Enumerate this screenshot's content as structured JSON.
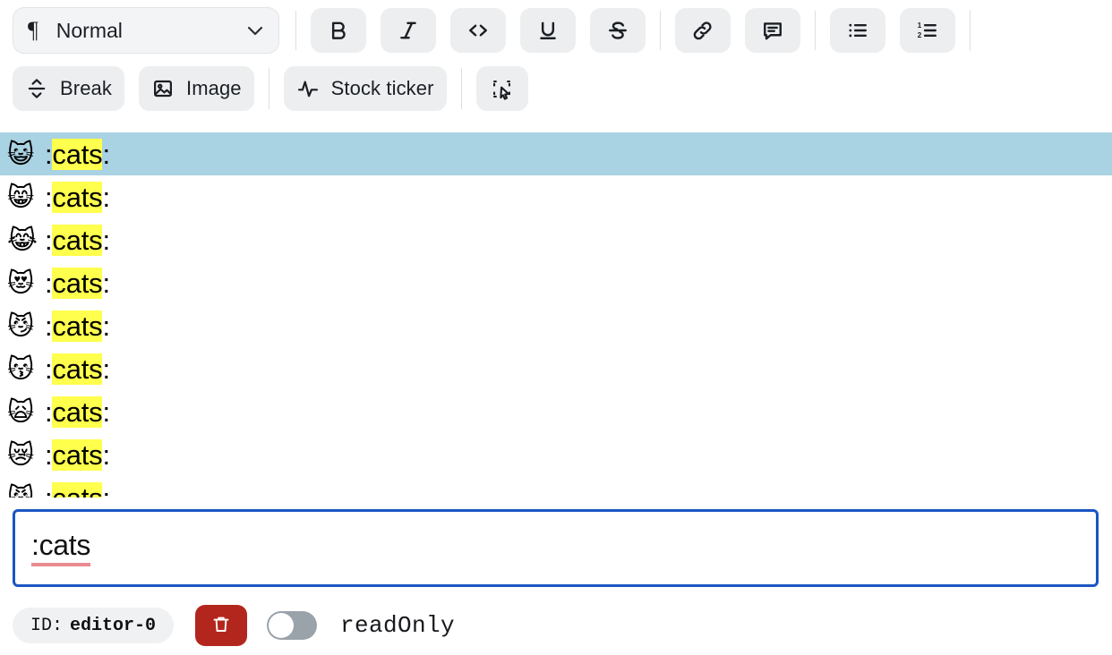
{
  "toolbar": {
    "block_format": {
      "icon": "pilcrow-icon",
      "value": "Normal",
      "chevron": "chevron-down-icon"
    },
    "inline_buttons": [
      {
        "name": "bold",
        "icon": "bold-icon",
        "label": "B"
      },
      {
        "name": "italic",
        "icon": "italic-icon",
        "label": "I"
      },
      {
        "name": "code",
        "icon": "code-icon",
        "label": "<>"
      },
      {
        "name": "underline",
        "icon": "underline-icon",
        "label": "U"
      },
      {
        "name": "strikethrough",
        "icon": "strikethrough-icon",
        "label": "S"
      }
    ],
    "insert_buttons": [
      {
        "name": "link",
        "icon": "link-icon"
      },
      {
        "name": "comment",
        "icon": "comment-icon"
      }
    ],
    "list_buttons": [
      {
        "name": "bulleted-list",
        "icon": "bulleted-list-icon"
      },
      {
        "name": "numbered-list",
        "icon": "numbered-list-icon"
      }
    ],
    "block_buttons": [
      {
        "name": "break",
        "icon": "break-icon",
        "label": "Break"
      },
      {
        "name": "image",
        "icon": "image-icon",
        "label": "Image"
      },
      {
        "name": "stock-ticker",
        "icon": "stock-ticker-icon",
        "label": "Stock ticker"
      }
    ],
    "selection_button": {
      "name": "selection-tool",
      "icon": "selection-cursor-icon"
    }
  },
  "suggestions": {
    "query_prefix": ":",
    "query_highlight": "cats",
    "query_suffix": ":",
    "selected_index": 0,
    "items": [
      {
        "emoji": "😺",
        "name": "smiley-cat",
        "text": ":cats:"
      },
      {
        "emoji": "😸",
        "name": "grinning-cat",
        "text": ":cats:"
      },
      {
        "emoji": "😹",
        "name": "joy-cat",
        "text": ":cats:"
      },
      {
        "emoji": "😻",
        "name": "heart-eyes-cat",
        "text": ":cats:"
      },
      {
        "emoji": "😼",
        "name": "smirk-cat",
        "text": ":cats:"
      },
      {
        "emoji": "😽",
        "name": "kissing-cat",
        "text": ":cats:"
      },
      {
        "emoji": "🙀",
        "name": "scream-cat",
        "text": ":cats:"
      },
      {
        "emoji": "😿",
        "name": "crying-cat",
        "text": ":cats:"
      },
      {
        "emoji": "😾",
        "name": "pouting-cat",
        "text": ":cats:"
      }
    ]
  },
  "input": {
    "value": ":cats",
    "placeholder": "",
    "spellcheck_underline_color": "#e98b91",
    "focus_border_color": "#1a56c4"
  },
  "status": {
    "id_key": "ID:",
    "id_value": "editor-0",
    "delete_icon": "trash-icon",
    "delete_color": "#b3261e",
    "readonly_toggle": {
      "label": "readOnly",
      "checked": false
    }
  },
  "colors": {
    "selection": "#a9d2e2",
    "highlight": "#ffff4d",
    "toolbar_button": "#eceef0"
  }
}
